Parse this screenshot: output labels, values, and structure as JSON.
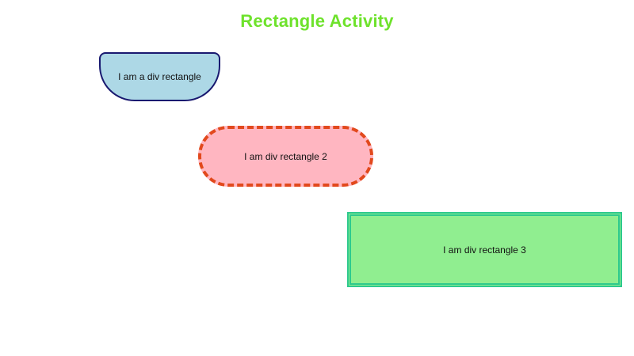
{
  "page": {
    "title": "Rectangle Activity",
    "title_color": "#6ee22c",
    "background_color": "#ffffff",
    "text_color": "#111111"
  },
  "rectangles": [
    {
      "label": "I am a div rectangle",
      "fill": "#add8e6",
      "border_color": "#191970",
      "border_style": "solid"
    },
    {
      "label": "I am div rectangle 2",
      "fill": "#ffb6c1",
      "border_color": "#e2491d",
      "border_style": "dashed"
    },
    {
      "label": "I am div rectangle 3",
      "fill": "#90ee90",
      "border_color": "#2dc98e",
      "border_style": "double"
    }
  ]
}
